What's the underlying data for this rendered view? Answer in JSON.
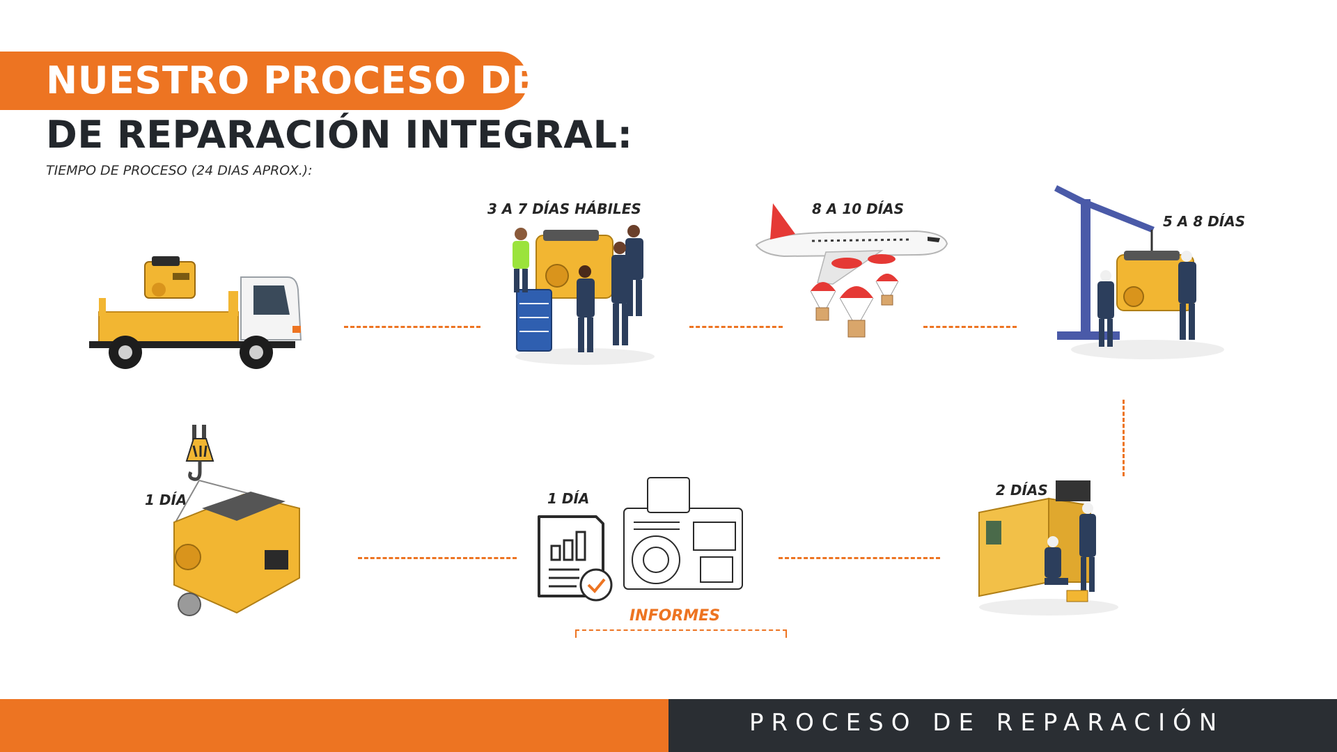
{
  "header": {
    "title_line1": "NUESTRO PROCESO DE",
    "title_line2": "DE REPARACIÓN INTEGRAL:",
    "subtitle": "TIEMPO DE PROCESO (24 DIAS APROX.):"
  },
  "steps": [
    {
      "label": "",
      "icon": "truck-with-engine-icon"
    },
    {
      "label": "3 A 7 DÍAS HÁBILES",
      "icon": "technicians-inspecting-engine-icon"
    },
    {
      "label": "8 A 10 DÍAS",
      "icon": "airplane-parts-delivery-icon"
    },
    {
      "label": "5 A 8 DÍAS",
      "icon": "engine-crane-assembly-icon"
    },
    {
      "label": "2 DÍAS",
      "icon": "generator-testing-icon"
    },
    {
      "label": "1 DÍA",
      "sublabel": "INFORMES",
      "icon": "report-and-engine-icon"
    },
    {
      "label": "1 DÍA",
      "icon": "engine-hoist-delivery-icon"
    }
  ],
  "footer": {
    "text": "PROCESO DE REPARACIÓN"
  },
  "colors": {
    "accent": "#ED7422",
    "dark": "#23272C",
    "footer_dark": "#2A2E33",
    "engine_yellow": "#F2B632"
  }
}
